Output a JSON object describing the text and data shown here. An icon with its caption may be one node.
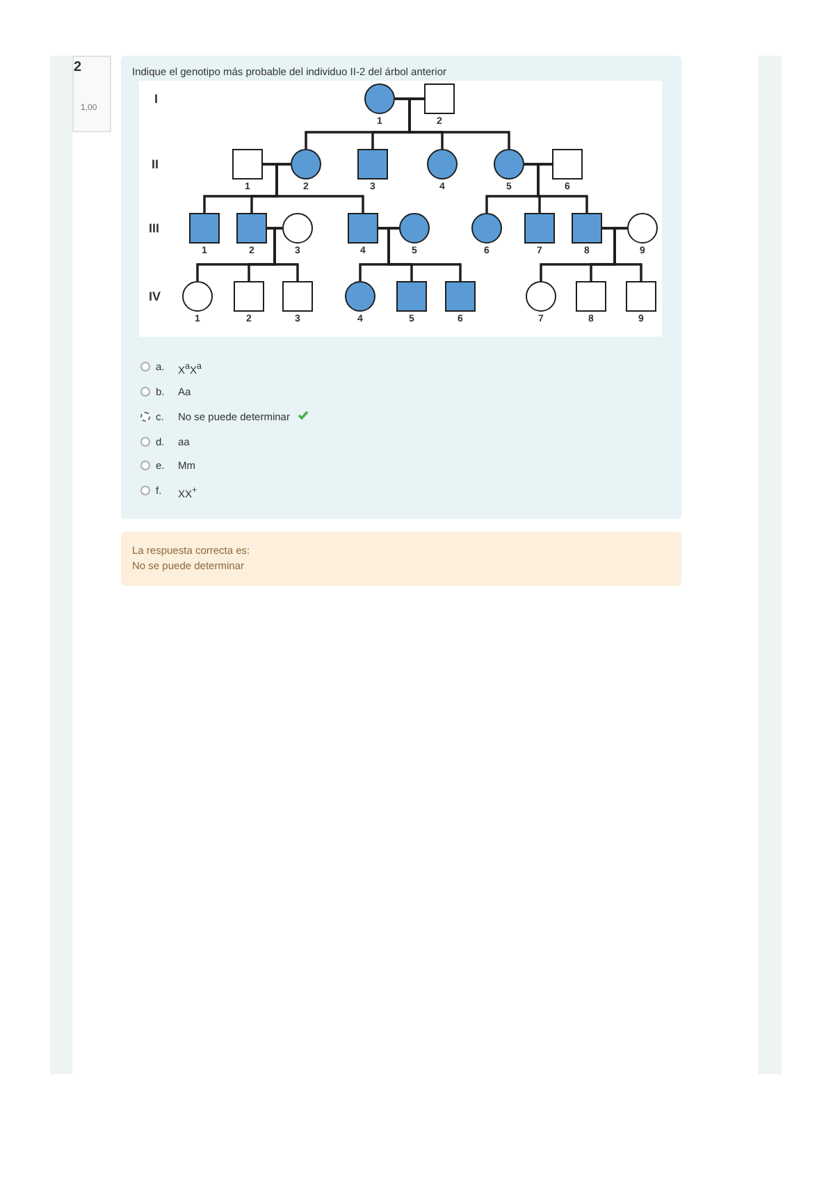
{
  "diagram": {
    "nodes": [
      {
        "text": [],
        "shape": "shaded-circle",
        "beside": [
          "1"
        ]
      },
      {
        "text": [],
        "shape": "box",
        "beside": [
          "2"
        ]
      },
      {
        "text": [],
        "shape": "box",
        "beside": [
          "1"
        ]
      },
      {
        "text": [],
        "shape": "shaded-circle",
        "beside": [
          "2"
        ]
      },
      {
        "text": [],
        "shape": "shaded-box",
        "beside": [
          "3"
        ]
      },
      {
        "text": [],
        "shape": "shaded-circle",
        "beside": [
          "4"
        ]
      },
      {
        "text": [],
        "shape": "shaded-circle",
        "beside": [
          "5"
        ]
      },
      {
        "text": [],
        "shape": "box",
        "beside": [
          "6"
        ]
      },
      {
        "text": [],
        "shape": "shaded-box",
        "beside": [
          "1"
        ]
      },
      {
        "text": [],
        "shape": "shaded-box",
        "beside": [
          "2"
        ]
      },
      {
        "text": [],
        "shape": "circle",
        "beside": [
          "3"
        ]
      },
      {
        "text": [],
        "shape": "shaded-box",
        "beside": [
          "4"
        ]
      },
      {
        "text": [],
        "shape": "shaded-circle",
        "beside": [
          "5"
        ]
      },
      {
        "text": [],
        "shape": "shaded-circle",
        "beside": [
          "6"
        ]
      },
      {
        "text": [],
        "shape": "shaded-box",
        "beside": [
          "7"
        ]
      },
      {
        "text": [],
        "shape": "shaded-box",
        "beside": [
          "8"
        ]
      },
      {
        "text": [],
        "shape": "circle",
        "beside": [
          "9"
        ]
      },
      {
        "text": [],
        "shape": "circle",
        "beside": [
          "1"
        ]
      },
      {
        "text": [],
        "shape": "box",
        "beside": [
          "2"
        ]
      },
      {
        "text": [],
        "shape": "box",
        "beside": [
          "3"
        ]
      },
      {
        "text": [],
        "shape": "shaded-circle",
        "beside": [
          "4"
        ]
      },
      {
        "text": [],
        "shape": "shaded-box",
        "beside": [
          "5"
        ]
      },
      {
        "text": [],
        "shape": "shaded-box",
        "beside": [
          "6"
        ]
      },
      {
        "text": [],
        "shape": "circle",
        "beside": [
          "7"
        ]
      },
      {
        "text": [],
        "shape": "box",
        "beside": [
          "8"
        ]
      },
      {
        "text": [],
        "shape": "box",
        "beside": [
          "9"
        ]
      }
    ],
    "edges": [
      {
        "from": 0,
        "to": 1,
        "arrow": "none"
      },
      {
        "from": 2,
        "to": 3,
        "arrow": "none"
      },
      {
        "from": 6,
        "to": 7,
        "arrow": "none"
      },
      {
        "from": 9,
        "to": 10,
        "arrow": "none"
      },
      {
        "from": 11,
        "to": 12,
        "arrow": "none"
      },
      {
        "from": 15,
        "to": 16,
        "arrow": "none"
      },
      {
        "from": 0,
        "to": 3,
        "arrow": "none"
      },
      {
        "from": 1,
        "to": 3,
        "arrow": "none"
      },
      {
        "from": 0,
        "to": 4,
        "arrow": "none"
      },
      {
        "from": 1,
        "to": 4,
        "arrow": "none"
      },
      {
        "from": 0,
        "to": 5,
        "arrow": "none"
      },
      {
        "from": 1,
        "to": 5,
        "arrow": "none"
      },
      {
        "from": 0,
        "to": 6,
        "arrow": "none"
      },
      {
        "from": 1,
        "to": 6,
        "arrow": "none"
      },
      {
        "from": 2,
        "to": 8,
        "arrow": "none"
      },
      {
        "from": 3,
        "to": 8,
        "arrow": "none"
      },
      {
        "from": 2,
        "to": 9,
        "arrow": "none"
      },
      {
        "from": 3,
        "to": 9,
        "arrow": "none"
      },
      {
        "from": 2,
        "to": 11,
        "arrow": "none"
      },
      {
        "from": 3,
        "to": 11,
        "arrow": "none"
      },
      {
        "from": 6,
        "to": 13,
        "arrow": "none"
      },
      {
        "from": 7,
        "to": 13,
        "arrow": "none"
      },
      {
        "from": 6,
        "to": 14,
        "arrow": "none"
      },
      {
        "from": 7,
        "to": 14,
        "arrow": "none"
      },
      {
        "from": 6,
        "to": 15,
        "arrow": "none"
      },
      {
        "from": 7,
        "to": 15,
        "arrow": "none"
      },
      {
        "from": 9,
        "to": 17,
        "arrow": "none"
      },
      {
        "from": 10,
        "to": 17,
        "arrow": "none"
      },
      {
        "from": 9,
        "to": 18,
        "arrow": "none"
      },
      {
        "from": 10,
        "to": 18,
        "arrow": "none"
      },
      {
        "from": 9,
        "to": 19,
        "arrow": "none"
      },
      {
        "from": 10,
        "to": 19,
        "arrow": "none"
      },
      {
        "from": 11,
        "to": 20,
        "arrow": "none"
      },
      {
        "from": 12,
        "to": 20,
        "arrow": "none"
      },
      {
        "from": 11,
        "to": 21,
        "arrow": "none"
      },
      {
        "from": 12,
        "to": 21,
        "arrow": "none"
      },
      {
        "from": 11,
        "to": 22,
        "arrow": "none"
      },
      {
        "from": 12,
        "to": 22,
        "arrow": "none"
      },
      {
        "from": 15,
        "to": 23,
        "arrow": "none"
      },
      {
        "from": 16,
        "to": 23,
        "arrow": "none"
      },
      {
        "from": 15,
        "to": 24,
        "arrow": "none"
      },
      {
        "from": 16,
        "to": 24,
        "arrow": "none"
      },
      {
        "from": 15,
        "to": 25,
        "arrow": "none"
      },
      {
        "from": 16,
        "to": 25,
        "arrow": "none"
      }
    ],
    "labels": [
      "2",
      "1,00",
      "Indique el genotipo más probable del individuo II-2 del árbol anterior",
      "I",
      "II",
      "III",
      "IV",
      "a.",
      "X$^{a}$X$^{a}$",
      "b.",
      "Aa",
      "c.",
      "No se puede determinar",
      "d.",
      "aa",
      "e.",
      "Mm",
      "f.",
      "XX$^{+}$",
      "La respuesta correcta es:",
      "No se puede determinar"
    ]
  }
}
